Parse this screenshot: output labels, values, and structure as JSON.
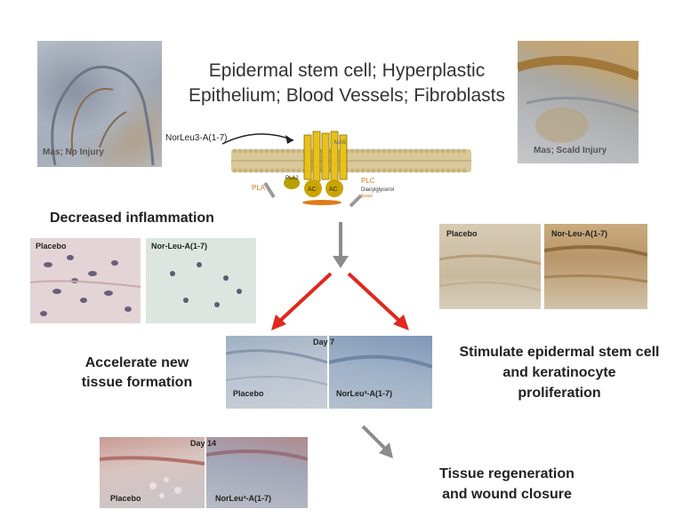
{
  "title": {
    "line1": "Epidermal stem cell; Hyperplastic",
    "line2": "Epithelium; Blood Vessels; Fibroblasts"
  },
  "top_left_image": {
    "caption": "Mas; No Injury"
  },
  "top_right_image": {
    "caption": "Mas; Scald Injury"
  },
  "membrane": {
    "ligand_label": "NorLeu3-A(1-7)",
    "pla_label": "PLA",
    "plc_label": "PLC",
    "dag_label": "Diacylglycerol",
    "dag_sub": "lipase",
    "ac_label": "AC",
    "pla2_label": "PLA2",
    "mas_label": "MAS"
  },
  "inflammation": {
    "heading": "Decreased inflammation",
    "left_label": "Placebo",
    "right_label": "Nor-Leu-A(1-7)"
  },
  "stem_panel": {
    "left_label": "Placebo",
    "right_label": "Nor-Leu-A(1-7)"
  },
  "day7": {
    "day_label": "Day 7",
    "left_label": "Placebo",
    "right_label": "NorLeu³-A(1-7)"
  },
  "day14": {
    "day_label": "Day 14",
    "left_label": "Placebo",
    "right_label": "NorLeu³-A(1-7)"
  },
  "outcomes": {
    "accelerate_line1": "Accelerate new",
    "accelerate_line2": "tissue formation",
    "stimulate_line1": "Stimulate epidermal stem cell",
    "stimulate_line2": "and  keratinocyte",
    "stimulate_line3": "proliferation",
    "regeneration_line1": "Tissue regeneration",
    "regeneration_line2": "and wound closure"
  },
  "colors": {
    "red_arrow": "#e0281e",
    "gray_arrow": "#8c8c8c",
    "receptor_yellow": "#e8c21a",
    "membrane_tan": "#d9c89a"
  }
}
